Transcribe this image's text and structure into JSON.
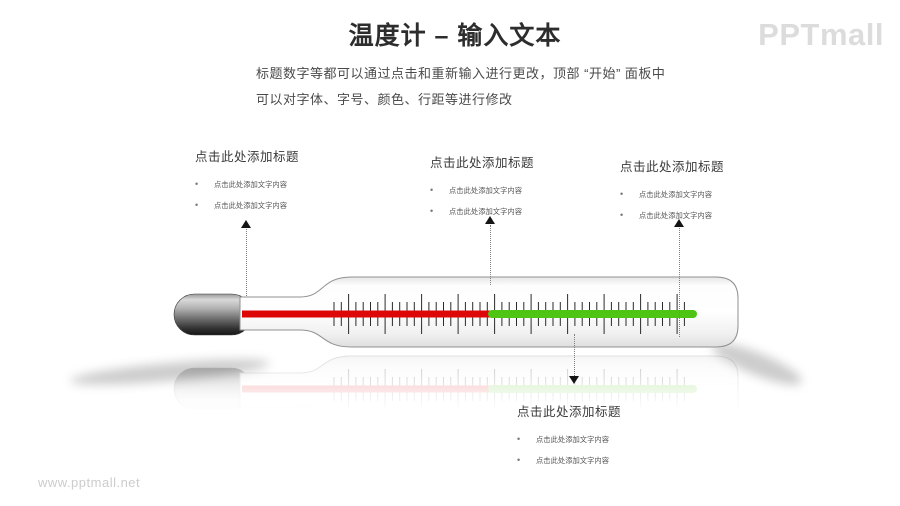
{
  "header": {
    "title": "温度计 – 输入文本",
    "subtitle_line1": "标题数字等都可以通过点击和重新输入进行更改，顶部 “开始” 面板中",
    "subtitle_line2": "可以对字体、字号、颜色、行距等进行修改",
    "logo_text": "PPTmall"
  },
  "placeholders": {
    "bullet": "•",
    "groups": [
      {
        "id": "top-left",
        "title": "点击此处添加标题",
        "items": [
          "点击此处添加文字内容",
          "点击此处添加文字内容"
        ]
      },
      {
        "id": "top-middle",
        "title": "点击此处添加标题",
        "items": [
          "点击此处添加文字内容",
          "点击此处添加文字内容"
        ]
      },
      {
        "id": "top-right",
        "title": "点击此处添加标题",
        "items": [
          "点击此处添加文字内容",
          "点击此处添加文字内容"
        ]
      },
      {
        "id": "bottom",
        "title": "点击此处添加标题",
        "items": [
          "点击此处添加文字内容",
          "点击此处添加文字内容"
        ]
      }
    ]
  },
  "thermometer": {
    "red_color": "#dd0707",
    "green_color": "#4ec414",
    "tube_border_color": "#909090",
    "tick_color": "#2a2a2a"
  },
  "footer": {
    "watermark": "www.pptmall.net"
  }
}
